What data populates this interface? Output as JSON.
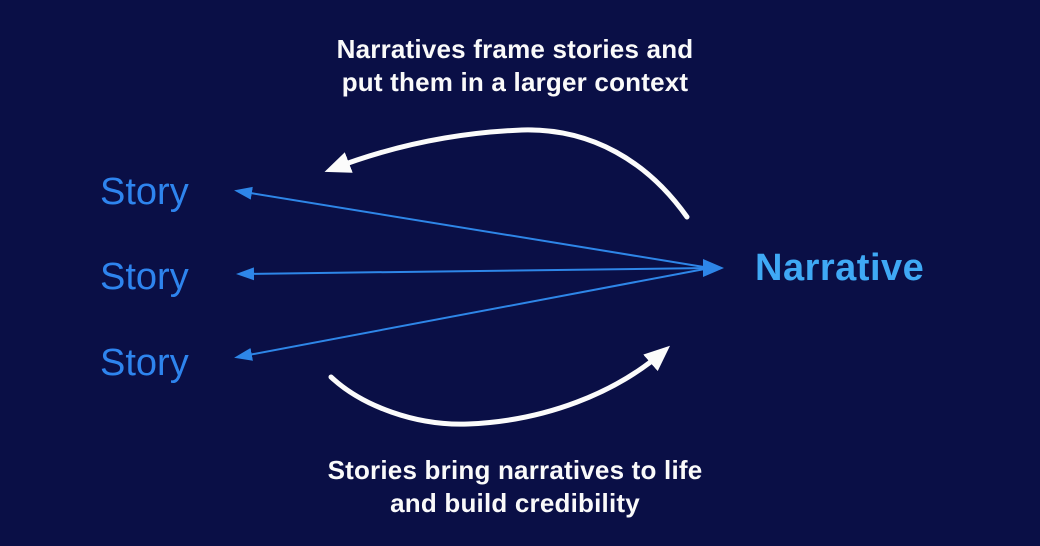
{
  "top_caption": {
    "line1": "Narratives frame stories and",
    "line2": "put them in a larger context"
  },
  "bottom_caption": {
    "line1": "Stories bring narratives to life",
    "line2": "and build credibility"
  },
  "stories": [
    {
      "label": "Story"
    },
    {
      "label": "Story"
    },
    {
      "label": "Story"
    }
  ],
  "narrative": {
    "label": "Narrative"
  },
  "colors": {
    "background": "#0a0f46",
    "story_color": "#2e84ee",
    "narrative_color": "#3fa9f5",
    "arrow_blue": "#2e86e8",
    "arrow_white": "#fbfbfb",
    "caption_color": "#fafafa"
  }
}
